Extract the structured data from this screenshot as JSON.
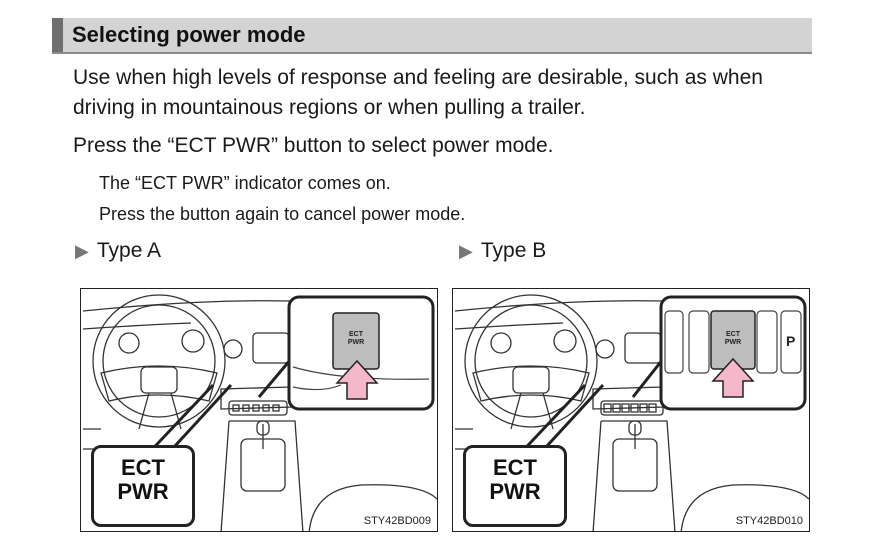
{
  "section": {
    "title": "Selecting power mode"
  },
  "body": {
    "intro": "Use when high levels of response and feeling are desirable, such as when driving in mountainous regions or when pulling a trailer.",
    "instruction": "Press the “ECT PWR” button to select power mode.",
    "note1": "The “ECT PWR” indicator comes on.",
    "note2": "Press the button again to cancel power mode."
  },
  "figures": [
    {
      "type_label": "Type A",
      "callout_line1": "ECT",
      "callout_line2": "PWR",
      "button_line1": "ECT",
      "button_line2": "PWR",
      "code": "STY42BD009"
    },
    {
      "type_label": "Type B",
      "callout_line1": "ECT",
      "callout_line2": "PWR",
      "button_line1": "ECT",
      "button_line2": "PWR",
      "side_letter": "P",
      "code": "STY42BD010"
    }
  ],
  "colors": {
    "header_bg": "#d3d3d3",
    "header_bar": "#6f6f6f",
    "arrow_pink": "#f4b8c8",
    "button_gray": "#bdbdbd"
  }
}
